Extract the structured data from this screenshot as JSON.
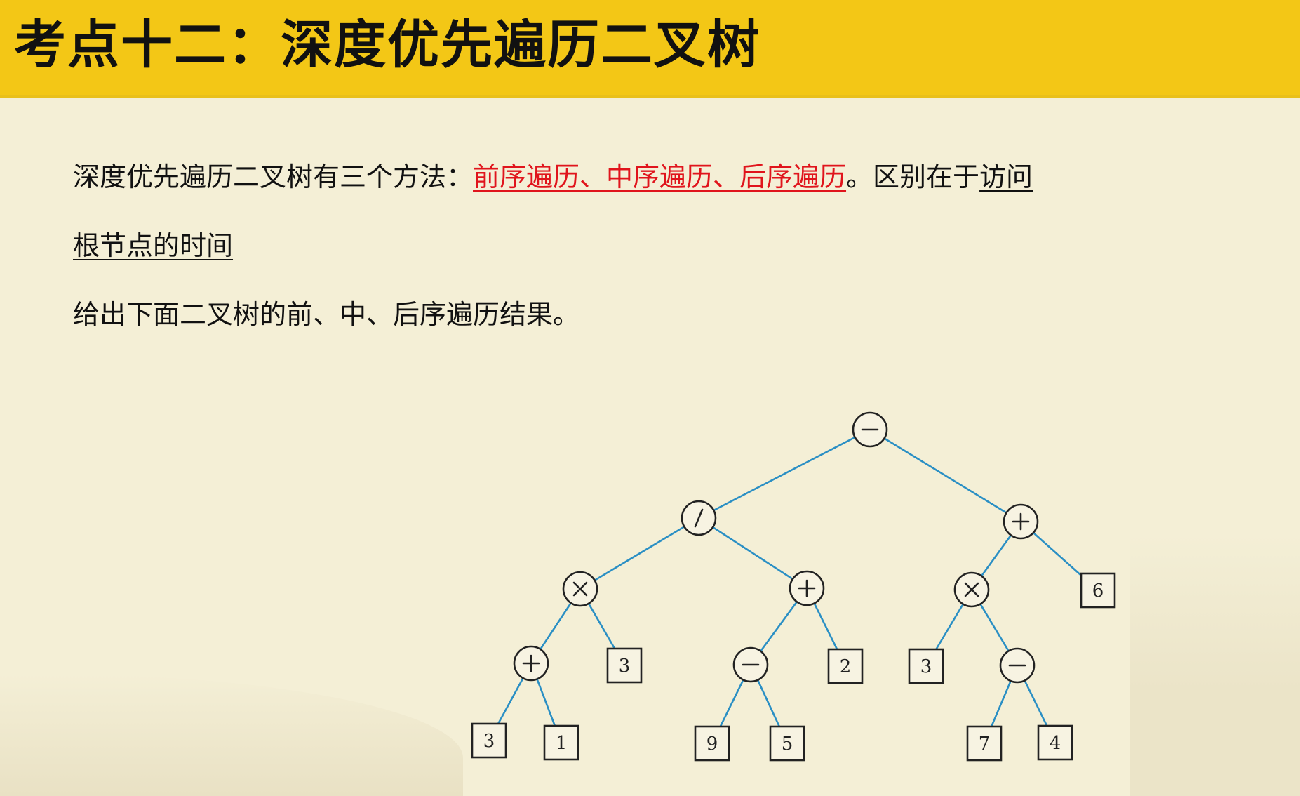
{
  "title": "考点十二：深度优先遍历二叉树",
  "intro": {
    "lead": "深度优先遍历二叉树有三个方法：",
    "methods": "前序遍历、中序遍历、后序遍历",
    "middle": "。区别在于",
    "key_part1": "访问",
    "key_part2": "根节点的时间"
  },
  "task": "给出下面二叉树的前、中、后序遍历结果。",
  "accent_colors": {
    "title_bar": "#f3c716",
    "highlight": "#e0141c",
    "edge": "#2a8fc4",
    "background": "#f4efd6"
  },
  "tree": {
    "root": {
      "op": "minus",
      "left": {
        "op": "divide",
        "left": {
          "op": "times",
          "left": {
            "op": "plus",
            "left": {
              "value": "3"
            },
            "right": {
              "value": "1"
            }
          },
          "right": {
            "value": "3"
          }
        },
        "right": {
          "op": "plus",
          "left": {
            "op": "minus",
            "left": {
              "value": "9"
            },
            "right": {
              "value": "5"
            }
          },
          "right": {
            "value": "2"
          }
        }
      },
      "right": {
        "op": "plus",
        "left": {
          "op": "times",
          "left": {
            "value": "3"
          },
          "right": {
            "op": "minus",
            "left": {
              "value": "7"
            },
            "right": {
              "value": "4"
            }
          }
        },
        "right": {
          "value": "6"
        }
      }
    }
  }
}
